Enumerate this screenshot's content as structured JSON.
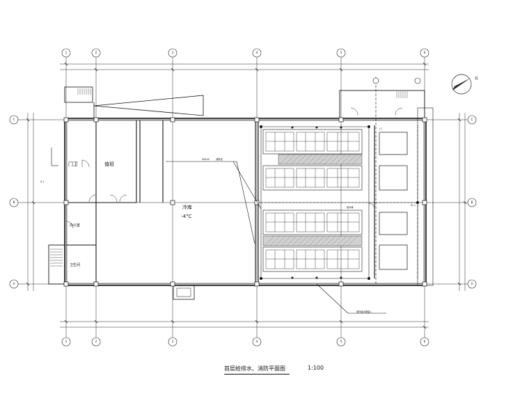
{
  "drawing": {
    "title": "首层给排水、消防平面图",
    "scale": "1:100",
    "north_label": "北",
    "rooms": {
      "office": "门卫",
      "duty_room": "值班",
      "toilet": "办公室",
      "stair_room": "卫生间",
      "cold_room_name": "冷库",
      "cold_room_temp": "-4°C"
    },
    "notes": {
      "pipe_note": "给水管",
      "pipe_tag_left": "DN100",
      "equipment_tag": "消防栓",
      "inlet_note": "室外给水管接入",
      "small_tags": [
        "J-1",
        "XL-1",
        "JL-1"
      ]
    },
    "grid_columns": [
      "1",
      "2",
      "3",
      "4",
      "5",
      "6"
    ],
    "grid_rows": [
      "A",
      "B",
      "C"
    ]
  }
}
